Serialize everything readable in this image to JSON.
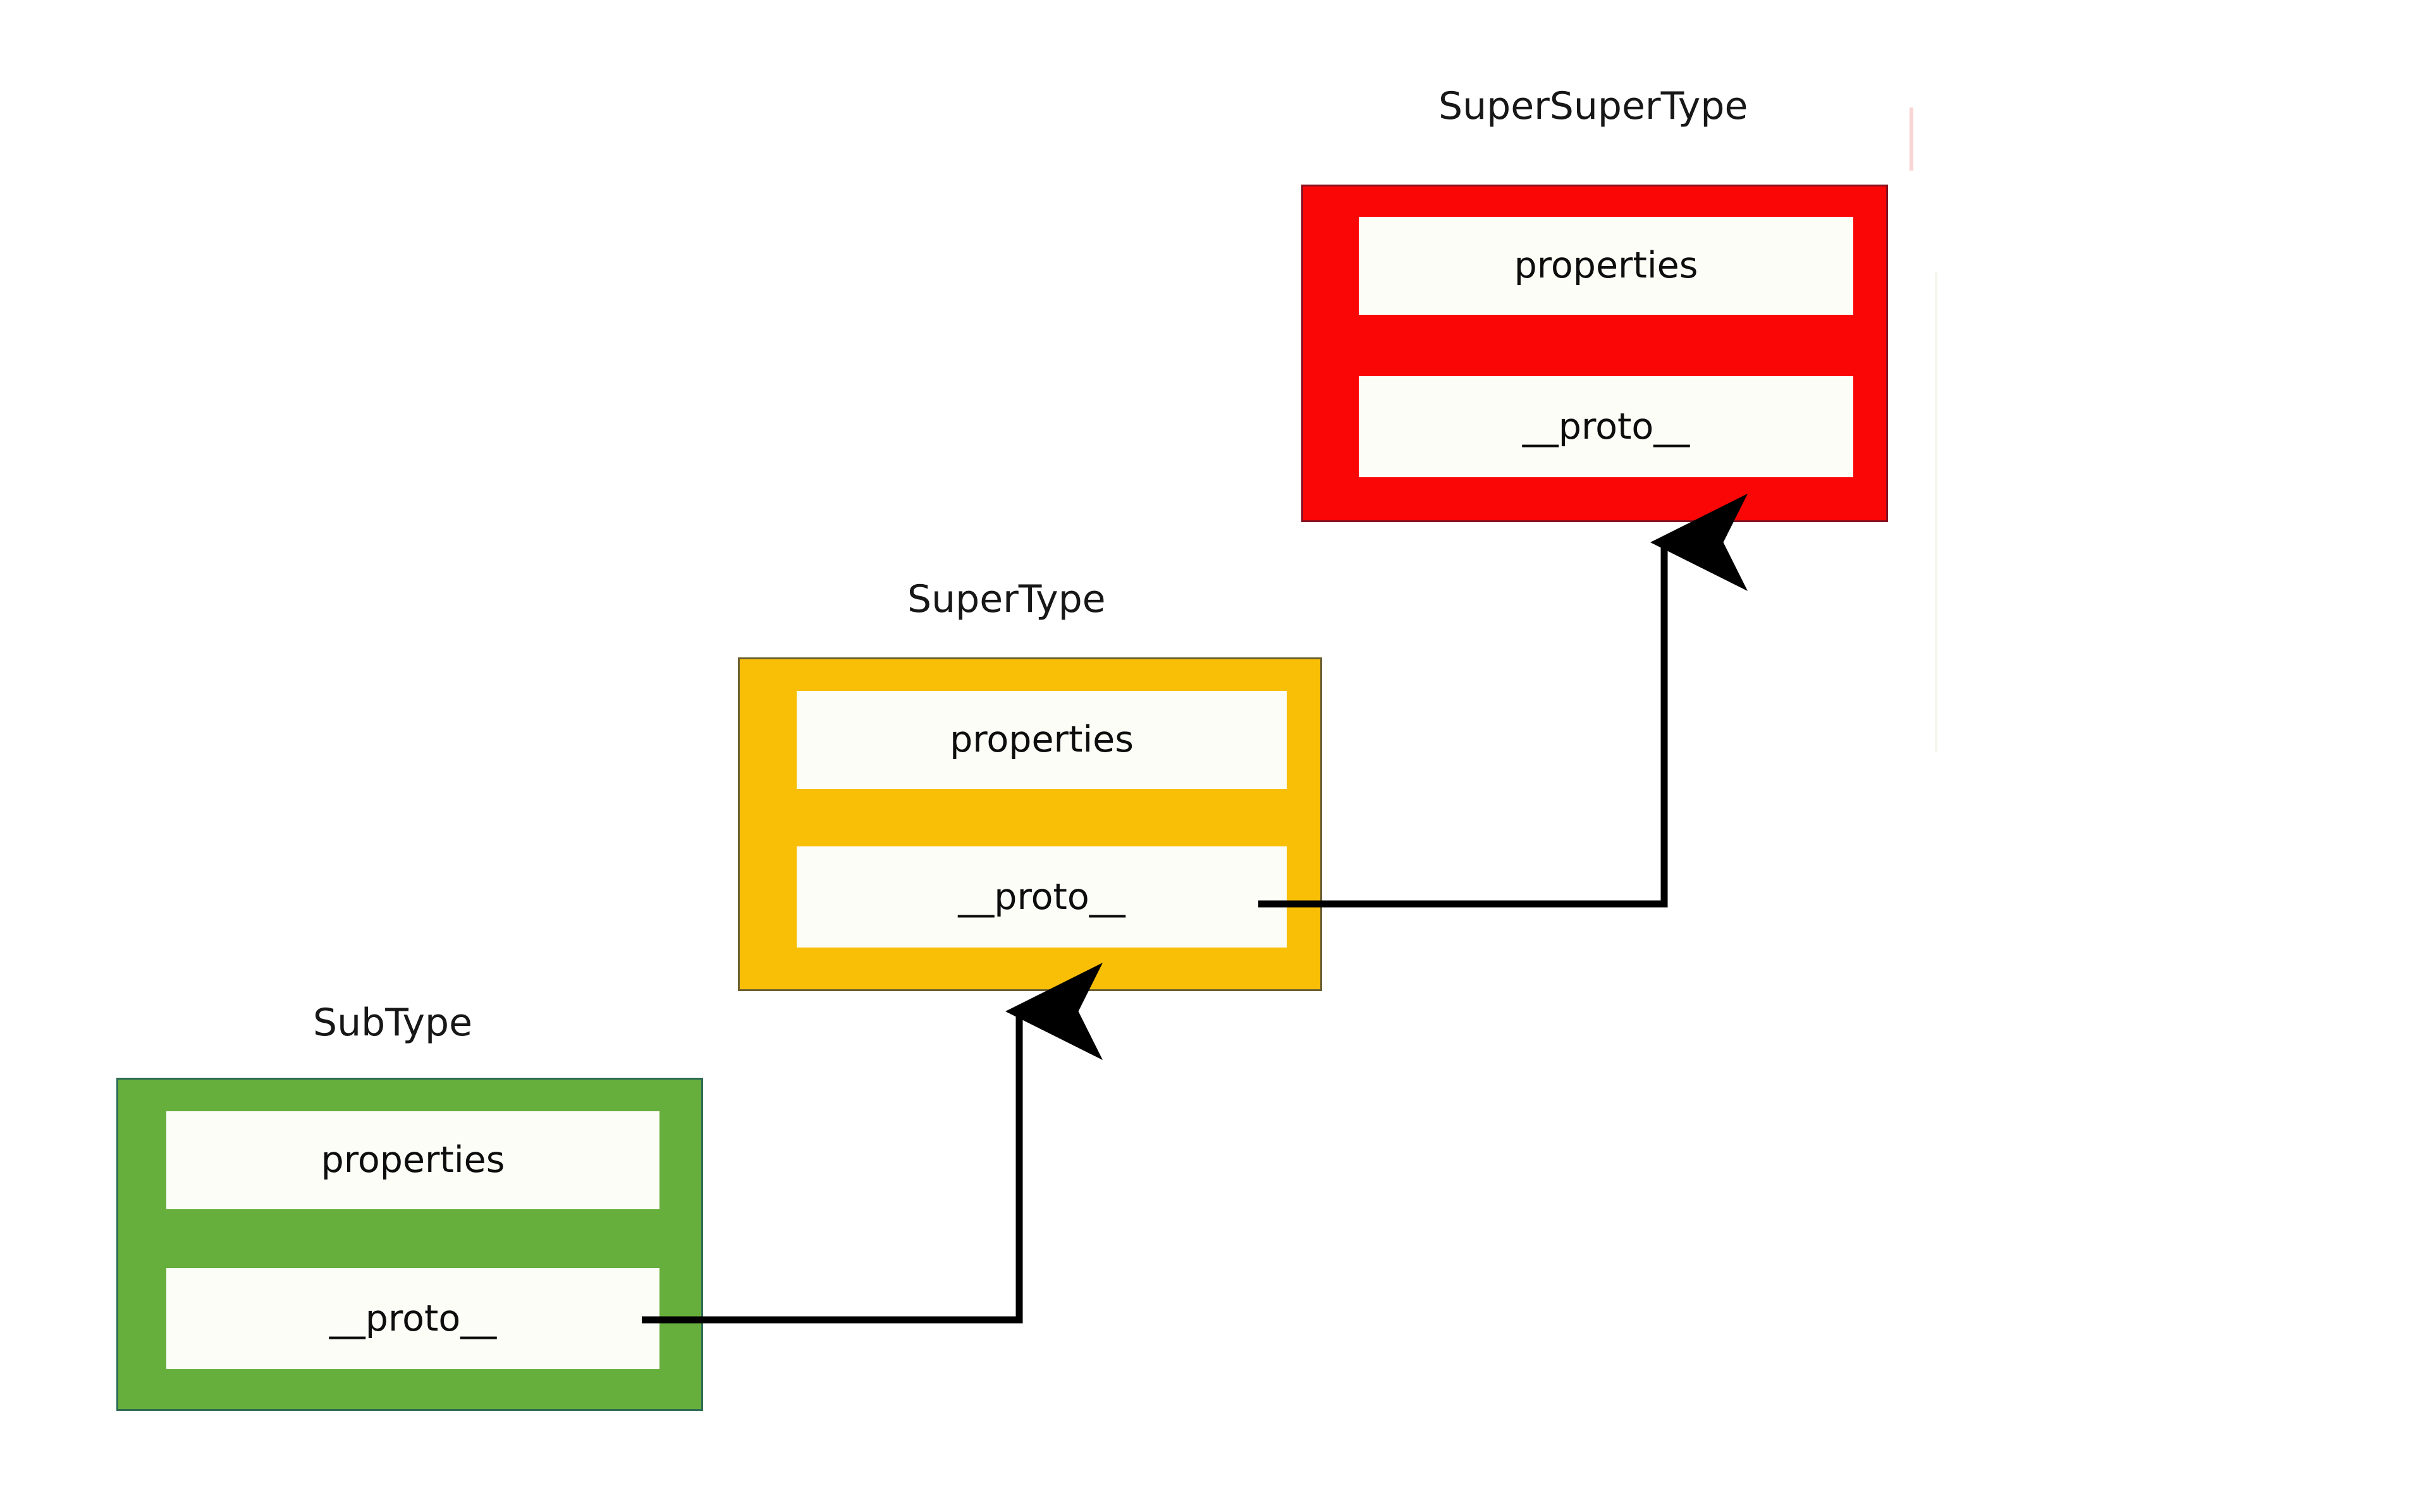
{
  "diagram": {
    "title_text_style": {
      "color": "#171717"
    },
    "boxes": [
      {
        "id": "supersupertype",
        "title": "SuperSuperType",
        "color_name": "red",
        "color": "#FB0606",
        "rows": [
          {
            "label": "properties"
          },
          {
            "label": "__proto__"
          }
        ]
      },
      {
        "id": "supertype",
        "title": "SuperType",
        "color_name": "yellow",
        "color": "#F9BF07",
        "rows": [
          {
            "label": "properties"
          },
          {
            "label": "__proto__"
          }
        ]
      },
      {
        "id": "subtype",
        "title": "SubType",
        "color_name": "green",
        "color": "#67AF3D",
        "rows": [
          {
            "label": "properties"
          },
          {
            "label": "__proto__"
          }
        ]
      }
    ],
    "connectors": [
      {
        "id": "subtype-proto-to-supertype",
        "from": "subtype.__proto__",
        "to": "supertype",
        "color": "#000000",
        "arrowhead": "up"
      },
      {
        "id": "supertype-proto-to-supersupertype",
        "from": "supertype.__proto__",
        "to": "supersupertype",
        "color": "#000000",
        "arrowhead": "up"
      }
    ]
  }
}
